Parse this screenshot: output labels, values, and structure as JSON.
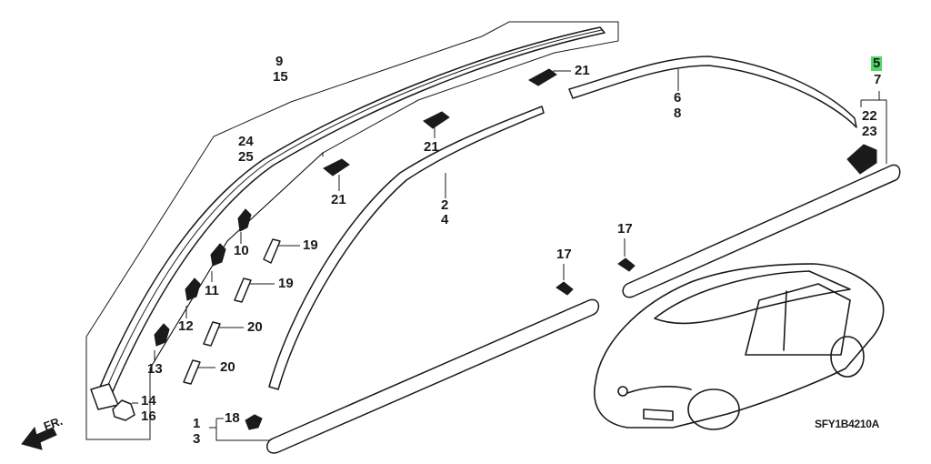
{
  "diagram": {
    "title": "Side Molding / Roof Molding Parts Diagram",
    "drawing_code": "SFY1B4210A",
    "front_indicator": "FR.",
    "highlight_color": "#4cd964",
    "callouts": {
      "c1": "1",
      "c3": "3",
      "c2": "2",
      "c4": "4",
      "c5": "5",
      "c7": "7",
      "c6": "6",
      "c8": "8",
      "c9": "9",
      "c15": "15",
      "c10": "10",
      "c11": "11",
      "c12": "12",
      "c13": "13",
      "c14": "14",
      "c16": "16",
      "c17a": "17",
      "c17b": "17",
      "c18": "18",
      "c19a": "19",
      "c19b": "19",
      "c20a": "20",
      "c20b": "20",
      "c21a": "21",
      "c21b": "21",
      "c21c": "21",
      "c22": "22",
      "c23": "23",
      "c24": "24",
      "c25": "25"
    },
    "highlighted_part": "5"
  }
}
